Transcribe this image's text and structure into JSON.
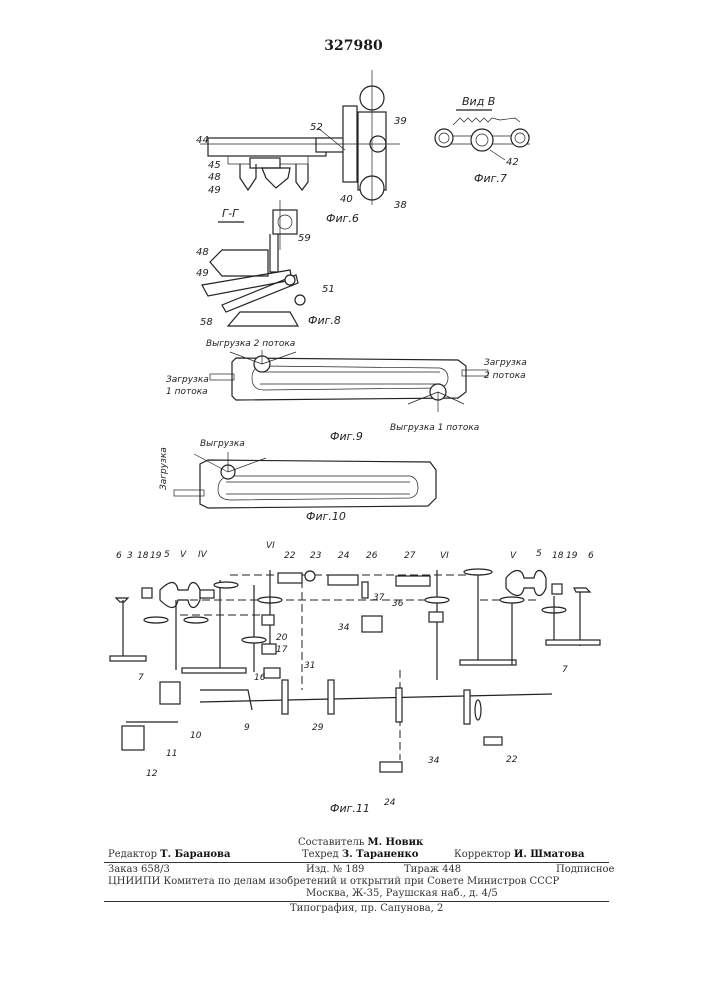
{
  "patent_number": "327980",
  "figures": {
    "fig6": {
      "caption": "Фиг.6",
      "labels": [
        "44",
        "45",
        "48",
        "49",
        "52",
        "39",
        "40",
        "38"
      ]
    },
    "fig7": {
      "caption": "Фиг.7",
      "view_title": "Вид В",
      "labels": [
        "42"
      ]
    },
    "fig8": {
      "caption": "Фиг.8",
      "section_title": "Г-Г",
      "labels": [
        "59",
        "48",
        "49",
        "51",
        "58"
      ]
    },
    "fig9": {
      "caption": "Фиг.9",
      "annotations": {
        "unload_2": "Выгрузка 2 потока",
        "load_1_a": "Загрузка",
        "load_1_b": "1 потока",
        "load_2_a": "Загрузка",
        "load_2_b": "2 потока",
        "unload_1": "Выгрузка 1 потока"
      }
    },
    "fig10": {
      "caption": "Фиг.10",
      "annotations": {
        "load": "Загрузка",
        "unload": "Выгрузка"
      }
    },
    "fig11": {
      "caption": "Фиг.11",
      "labels": {
        "l6": "6",
        "l3": "3",
        "l18": "18",
        "l19": "19",
        "l5": "5",
        "rV": "V",
        "rIV": "IV",
        "rVI": "VI",
        "l22": "22",
        "l23": "23",
        "l24": "24",
        "l26": "26",
        "l27": "27",
        "rVI2": "VI",
        "rV2": "V",
        "l5b": "5",
        "l18b": "18",
        "l19b": "19",
        "l6b": "6",
        "l37": "37",
        "l36": "36",
        "l34": "34",
        "l20": "20",
        "l17": "17",
        "l31": "31",
        "l16": "16",
        "l7": "7",
        "l7b": "7",
        "l9": "9",
        "l10": "10",
        "l11": "11",
        "l12": "12",
        "l29": "29",
        "l34b": "34",
        "l22b": "22",
        "l24b": "24"
      }
    }
  },
  "colophon": {
    "compiler_label": "Составитель",
    "compiler_name": "М. Новик",
    "editor_label": "Редактор",
    "editor_name": "Т. Баранова",
    "techred_label": "Техред",
    "techred_name": "З. Тараненко",
    "corrector_label": "Корректор",
    "corrector_name": "И. Шматова",
    "order": "Заказ 658/3",
    "edition_no": "Изд. № 189",
    "circulation": "Тираж 448",
    "subscription": "Подписное",
    "institute_line": "ЦНИИПИ Комитета по делам изобретений и открытий при Совете Министров СССР",
    "address_line": "Москва, Ж-35, Раушская наб., д. 4/5",
    "printing_line": "Типография, пр. Сапунова, 2"
  }
}
